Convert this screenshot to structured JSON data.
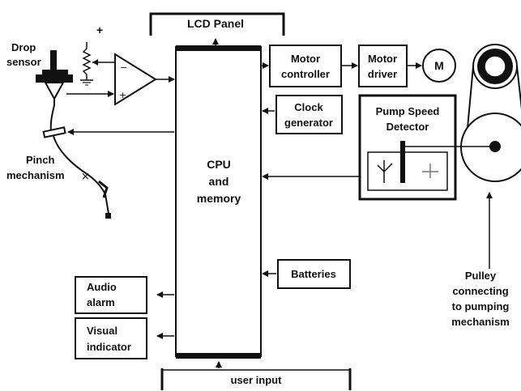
{
  "labels": {
    "lcd_panel": "LCD Panel",
    "drop_sensor": [
      "Drop",
      "sensor"
    ],
    "motor_controller": [
      "Motor",
      "controller"
    ],
    "motor_driver": [
      "Motor",
      "driver"
    ],
    "motor": "M",
    "clock_generator": [
      "Clock",
      "generator"
    ],
    "pump_speed_detector": [
      "Pump Speed",
      "Detector"
    ],
    "pinch_mechanism": [
      "Pinch",
      "mechanism"
    ],
    "cpu": [
      "CPU",
      "and",
      "memory"
    ],
    "batteries": "Batteries",
    "audio_alarm": [
      "Audio",
      "alarm"
    ],
    "visual_indicator": [
      "Visual",
      "indicator"
    ],
    "user_input": "user input",
    "pulley": [
      "Pulley",
      "connecting",
      "to pumping",
      "mechanism"
    ],
    "plus_sign": "+"
  }
}
